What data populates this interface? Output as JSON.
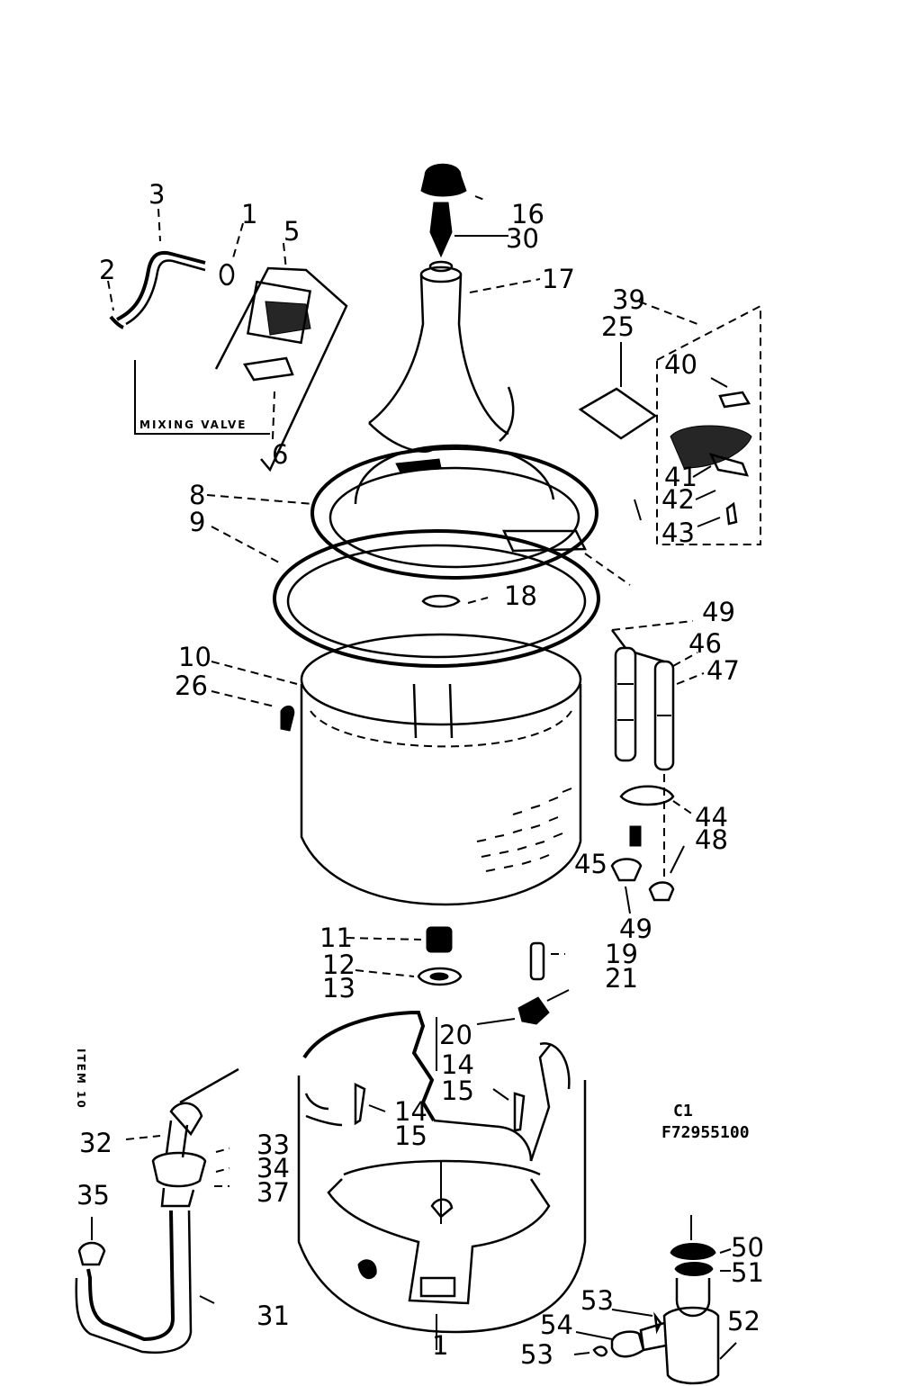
{
  "diagram": {
    "caption_code": "C1",
    "part_number": "F72955100",
    "mixing_valve_label": "MIXING VALVE",
    "side_label": "ITEM 10",
    "callouts": {
      "c1": "1",
      "c2": "2",
      "c3": "3",
      "c5": "5",
      "c6": "6",
      "c8": "8",
      "c9": "9",
      "c10": "10",
      "c26": "26",
      "c16": "16",
      "c30": "30",
      "c17": "17",
      "c18": "18",
      "c39": "39",
      "c25": "25",
      "c40": "40",
      "c41": "41",
      "c42": "42",
      "c43": "43",
      "c49a": "49",
      "c46": "46",
      "c47": "47",
      "c44": "44",
      "c48": "48",
      "c45": "45",
      "c49b": "49",
      "c11": "11",
      "c12": "12",
      "c13": "13",
      "c19": "19",
      "c21": "21",
      "c20": "20",
      "c14a": "14",
      "c15a": "15",
      "c14b": "14",
      "c15b": "15",
      "c32": "32",
      "c33": "33",
      "c34": "34",
      "c37": "37",
      "c35": "35",
      "c31": "31",
      "c50": "50",
      "c51": "51",
      "c52": "52",
      "c53a": "53",
      "c54": "54",
      "c53b": "53",
      "c1b": "1"
    }
  }
}
